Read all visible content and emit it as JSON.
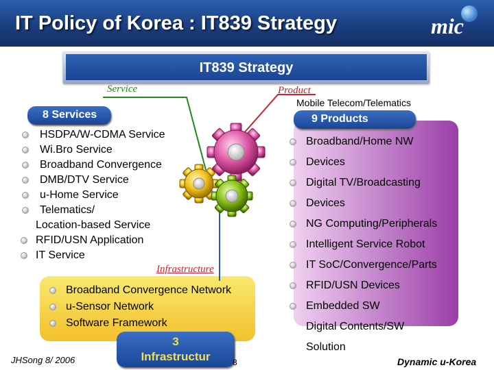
{
  "header": {
    "title": "IT Policy of Korea : IT839 Strategy",
    "logo_text": "mic"
  },
  "banner": {
    "title": "IT839 Strategy"
  },
  "labels": {
    "service": "Service",
    "product": "Product",
    "mobile": "Mobile Telecom/Telematics",
    "infrastructure": "Infrastructure"
  },
  "services": {
    "heading": "8 Services",
    "items": [
      "HSDPA/W-CDMA Service",
      "Wi.Bro Service",
      "Broadband Convergence",
      "DMB/DTV Service",
      "u-Home Service",
      "Telematics/",
      "Location-based Service",
      "RFID/USN Application",
      "IT Service"
    ]
  },
  "products": {
    "heading": "9 Products",
    "items": [
      "Broadband/Home NW",
      "Devices",
      "Digital TV/Broadcasting",
      "Devices",
      "NG Computing/Peripherals",
      "Intelligent Service Robot",
      "IT SoC/Convergence/Parts",
      "RFID/USN Devices",
      "Embedded SW",
      "Digital Contents/SW",
      "Solution"
    ]
  },
  "infrastructure": {
    "heading_line1": "3",
    "heading_line2": "Infrastructur",
    "items": [
      "Broadband Convergence Network",
      "u-Sensor Network",
      "Software Framework"
    ]
  },
  "footer": {
    "author": "JHSong 8/ 2006",
    "page": "8",
    "tagline": "Dynamic u-Korea"
  },
  "colors": {
    "title_bar": "#1b3f80",
    "pill_blue": "#2a5cb0",
    "products_box": "#b060bb",
    "infra_box": "#f3c02c",
    "service_line": "#1f8a1f",
    "product_line": "#cc2233",
    "infra_line": "#2a5cb0"
  }
}
